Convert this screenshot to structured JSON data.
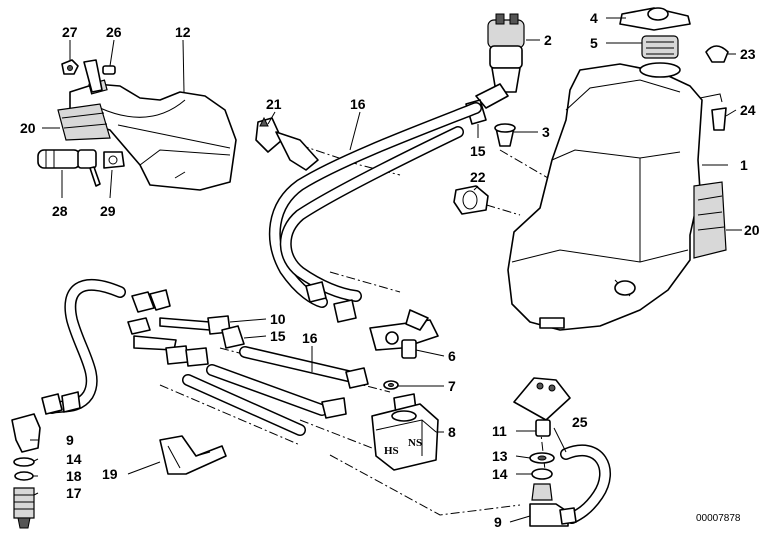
{
  "callouts": [
    {
      "id": "c27",
      "text": "27"
    },
    {
      "id": "c26",
      "text": "26"
    },
    {
      "id": "c12",
      "text": "12"
    },
    {
      "id": "c20a",
      "text": "20"
    },
    {
      "id": "c28",
      "text": "28"
    },
    {
      "id": "c29",
      "text": "29"
    },
    {
      "id": "c21",
      "text": "21"
    },
    {
      "id": "c16a",
      "text": "16"
    },
    {
      "id": "c2",
      "text": "2"
    },
    {
      "id": "c3",
      "text": "3"
    },
    {
      "id": "c15a",
      "text": "15"
    },
    {
      "id": "c22",
      "text": "22"
    },
    {
      "id": "c4",
      "text": "4"
    },
    {
      "id": "c5",
      "text": "5"
    },
    {
      "id": "c23",
      "text": "23"
    },
    {
      "id": "c24",
      "text": "24"
    },
    {
      "id": "c1",
      "text": "1"
    },
    {
      "id": "c20b",
      "text": "20"
    },
    {
      "id": "c10",
      "text": "10"
    },
    {
      "id": "c15b",
      "text": "15"
    },
    {
      "id": "c16b",
      "text": "16"
    },
    {
      "id": "c6",
      "text": "6"
    },
    {
      "id": "c7",
      "text": "7"
    },
    {
      "id": "c8",
      "text": "8"
    },
    {
      "id": "c9a",
      "text": "9"
    },
    {
      "id": "c14a",
      "text": "14"
    },
    {
      "id": "c18",
      "text": "18"
    },
    {
      "id": "c17",
      "text": "17"
    },
    {
      "id": "c19",
      "text": "19"
    },
    {
      "id": "c11",
      "text": "11"
    },
    {
      "id": "c25",
      "text": "25"
    },
    {
      "id": "c13",
      "text": "13"
    },
    {
      "id": "c14b",
      "text": "14"
    },
    {
      "id": "c9b",
      "text": "9"
    }
  ],
  "nozzle_tags": {
    "hs": "HS",
    "ns": "NS"
  },
  "diagram_id": "00007878"
}
